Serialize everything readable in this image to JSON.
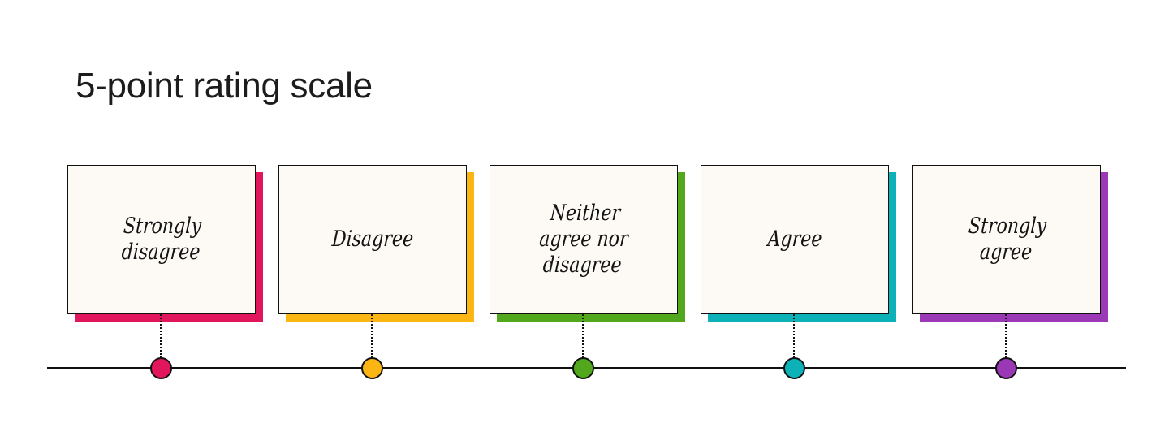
{
  "title": "5-point rating scale",
  "scale": {
    "points": [
      {
        "label": "Strongly disagree",
        "color": "#e2165d"
      },
      {
        "label": "Disagree",
        "color": "#fbb614"
      },
      {
        "label": "Neither agree nor disagree",
        "color": "#51a81c"
      },
      {
        "label": "Agree",
        "color": "#0db2b9"
      },
      {
        "label": "Strongly agree",
        "color": "#9b38b5"
      }
    ]
  }
}
